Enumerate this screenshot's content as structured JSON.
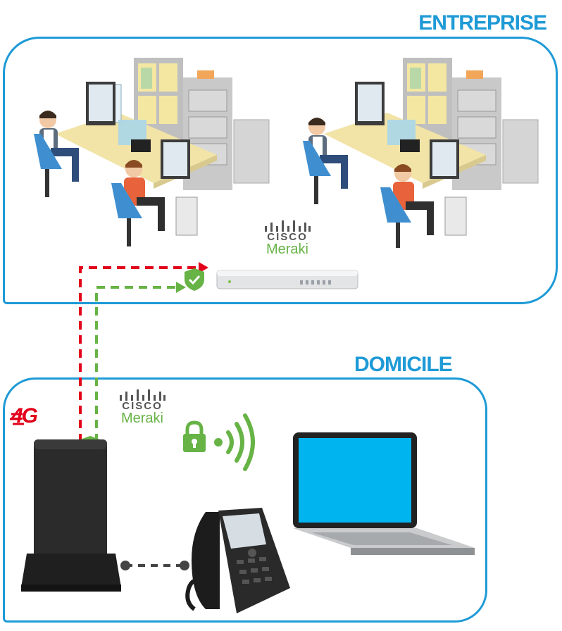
{
  "zones": {
    "enterprise": {
      "title": "ENTREPRISE"
    },
    "home": {
      "title": "DOMICILE"
    }
  },
  "logos": {
    "enterprise_meraki": {
      "cisco": "CISCO",
      "brand": "Meraki"
    },
    "home_meraki": {
      "cisco": "CISCO",
      "brand": "Meraki"
    },
    "network_badge": "4G"
  },
  "colors": {
    "frame": "#1e9ad6",
    "unsecured_link": "#e2001a",
    "secured_link": "#67b346",
    "shield": "#67b346",
    "wifi": "#67b346"
  },
  "icons": {
    "shield": "shield-check-icon",
    "lock": "padlock-icon",
    "wifi": "wifi-signal-icon"
  }
}
